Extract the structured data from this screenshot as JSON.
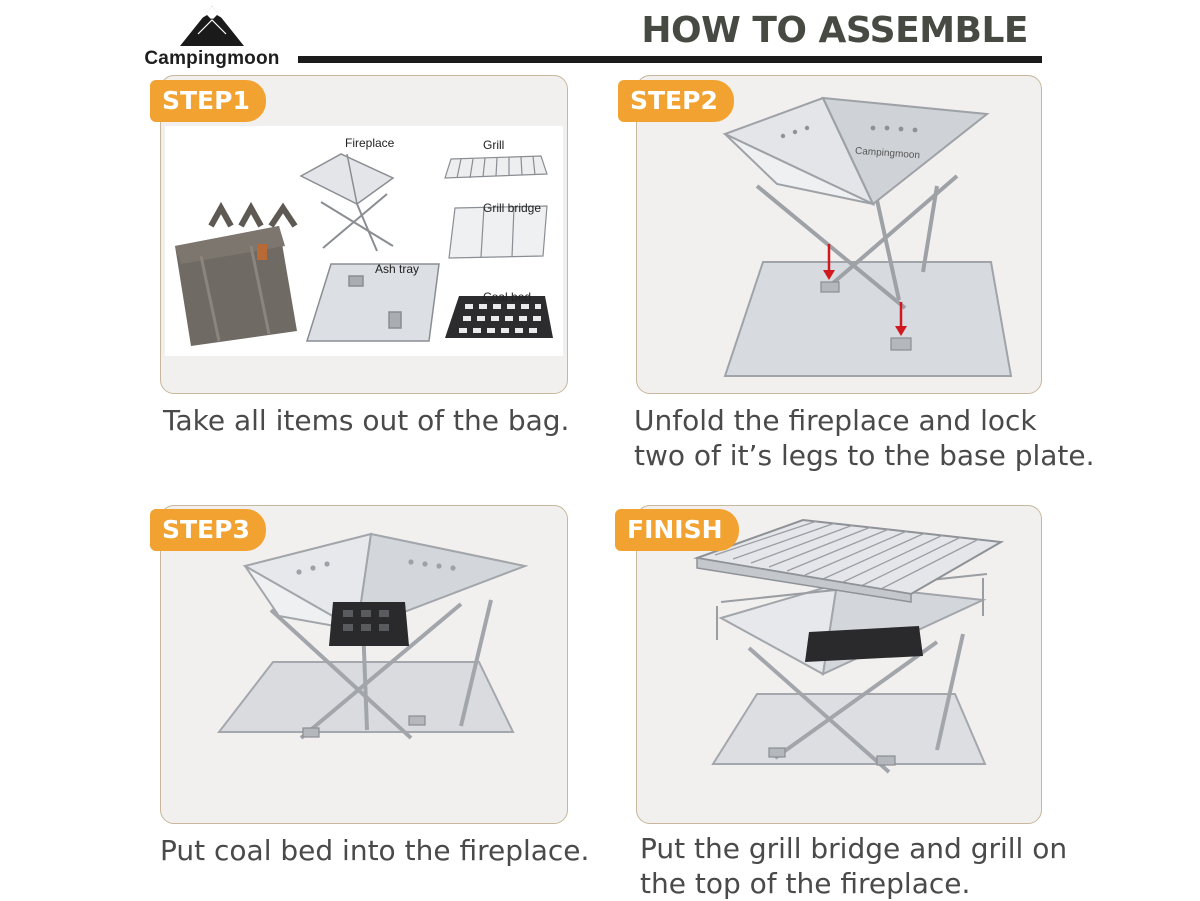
{
  "brand": {
    "name": "Campingmoon"
  },
  "header": {
    "title": "HOW TO ASSEMBLE"
  },
  "steps": [
    {
      "badge": "STEP1",
      "caption_lines": [
        "Take all items out of the bag."
      ],
      "part_labels": [
        "Fireplace",
        "Grill",
        "Grill bridge",
        "Ash tray",
        "Coal bed"
      ]
    },
    {
      "badge": "STEP2",
      "caption_lines": [
        "Unfold the fireplace and lock",
        "two of it’s legs to the base plate."
      ],
      "stamp": "Campingmoon"
    },
    {
      "badge": "STEP3",
      "caption_lines": [
        "Put coal bed into the fireplace."
      ]
    },
    {
      "badge": "FINISH",
      "caption_lines": [
        "Put the grill bridge and grill on",
        "the top of the fireplace."
      ]
    }
  ],
  "colors": {
    "badge": "#f2a231",
    "panel_border": "#c7b79c",
    "panel_bg": "#f1f0ee",
    "title": "#464a42",
    "steel": "#c9ccd0",
    "bag": "#6f6a63",
    "arrow": "#d0191e"
  }
}
